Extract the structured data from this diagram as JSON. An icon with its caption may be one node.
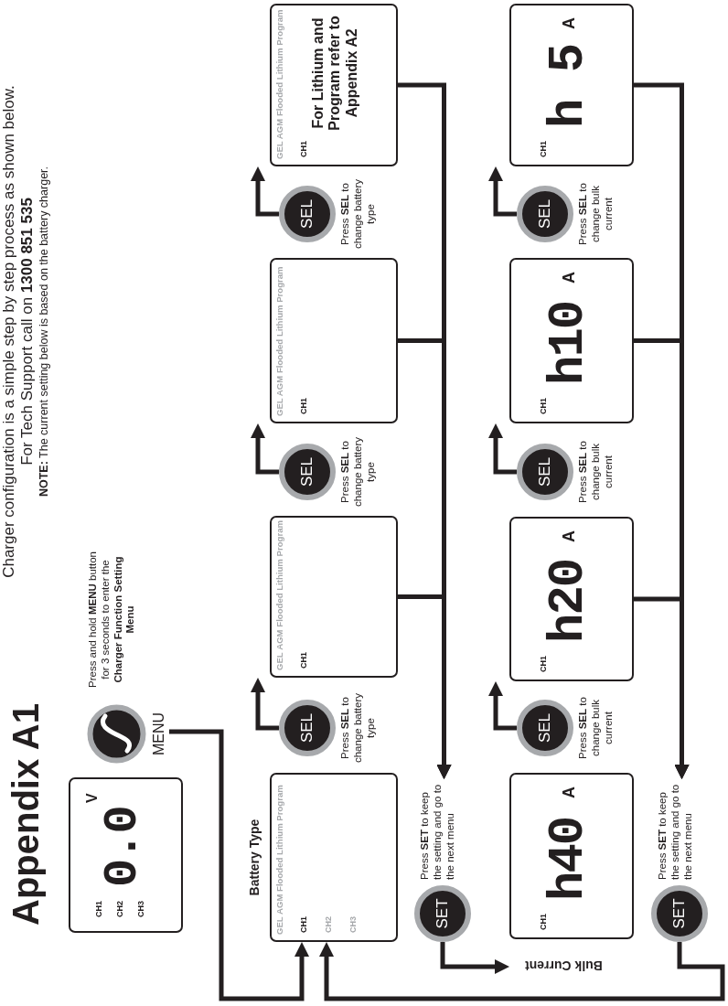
{
  "diagram": {
    "title": "Appendix A1",
    "nodes": [
      {
        "text": [
          "CH1",
          "CH2",
          "CH3",
          "0.0",
          "V"
        ]
      },
      {
        "text": [
          "MENU"
        ],
        "beside": [
          "Press and hold **MENU** button for 3 seconds to enter the **Charger Function Setting Menu**"
        ]
      },
      {
        "text": [
          "Battery Type",
          "**GEL** AGM Flooded Lithium Program",
          "CH1",
          "CH2",
          "CH3"
        ]
      },
      {
        "text": [
          "SEL"
        ],
        "beside": [
          "Press **SEL** to change battery type"
        ]
      },
      {
        "text": [
          "GEL **AGM** Flooded Lithium Program",
          "CH1"
        ]
      },
      {
        "text": [
          "SEL"
        ],
        "beside": [
          "Press **SEL** to change battery type"
        ]
      },
      {
        "text": [
          "GEL AGM **Flooded** Lithium Program",
          "CH1"
        ]
      },
      {
        "text": [
          "SEL"
        ],
        "beside": [
          "Press **SEL** to change battery type"
        ]
      },
      {
        "text": [
          "GEL AGM Flooded **Lithium** **Program**",
          "CH1",
          "For Lithium and Program refer to Appendix A2"
        ]
      },
      {
        "text": [
          "Press **SET** to keep the setting and go to the next menu"
        ]
      },
      {
        "text": [
          "SET"
        ]
      },
      {
        "text": [
          "Bulk Current",
          "CH1",
          "h40",
          "A"
        ]
      },
      {
        "text": [
          "SEL"
        ],
        "beside": [
          "Press **SEL** to change bulk current"
        ]
      },
      {
        "text": [
          "CH1",
          "h20",
          "A"
        ]
      },
      {
        "text": [
          "SEL"
        ],
        "beside": [
          "Press **SEL** to change bulk current"
        ]
      },
      {
        "text": [
          "CH1",
          "h10",
          "A"
        ]
      },
      {
        "text": [
          "SEL"
        ],
        "beside": [
          "Press **SEL** to change bulk current"
        ]
      },
      {
        "text": [
          "CH1",
          "h 5",
          "A"
        ]
      },
      {
        "text": [
          "Press **SET** to keep the setting and go to the next menu"
        ]
      },
      {
        "text": [
          "SET"
        ]
      }
    ],
    "edges": [
      {
        "from": 1,
        "to": 2,
        "arrow": "to"
      },
      {
        "from": 3,
        "to": 4,
        "arrow": "to"
      },
      {
        "from": 5,
        "to": 6,
        "arrow": "to"
      },
      {
        "from": 7,
        "to": 8,
        "arrow": "to"
      },
      {
        "from": 4,
        "to": 9,
        "arrow": "to"
      },
      {
        "from": 6,
        "to": 9,
        "arrow": "to"
      },
      {
        "from": 8,
        "to": 9,
        "arrow": "to"
      },
      {
        "from": 10,
        "to": 11,
        "arrow": "to"
      },
      {
        "from": 12,
        "to": 13,
        "arrow": "to"
      },
      {
        "from": 14,
        "to": 15,
        "arrow": "to"
      },
      {
        "from": 16,
        "to": 17,
        "arrow": "to"
      },
      {
        "from": 13,
        "to": 18,
        "arrow": "to"
      },
      {
        "from": 15,
        "to": 18,
        "arrow": "to"
      },
      {
        "from": 17,
        "to": 18,
        "arrow": "to"
      },
      {
        "from": 19,
        "to": 2,
        "arrow": "to"
      }
    ],
    "labels": [
      "Charger configuration is a simple step by step process as shown below.",
      "For Tech Support call on **1300 851 535**",
      "**NOTE:** The current setting below is based on the battery charger."
    ]
  }
}
